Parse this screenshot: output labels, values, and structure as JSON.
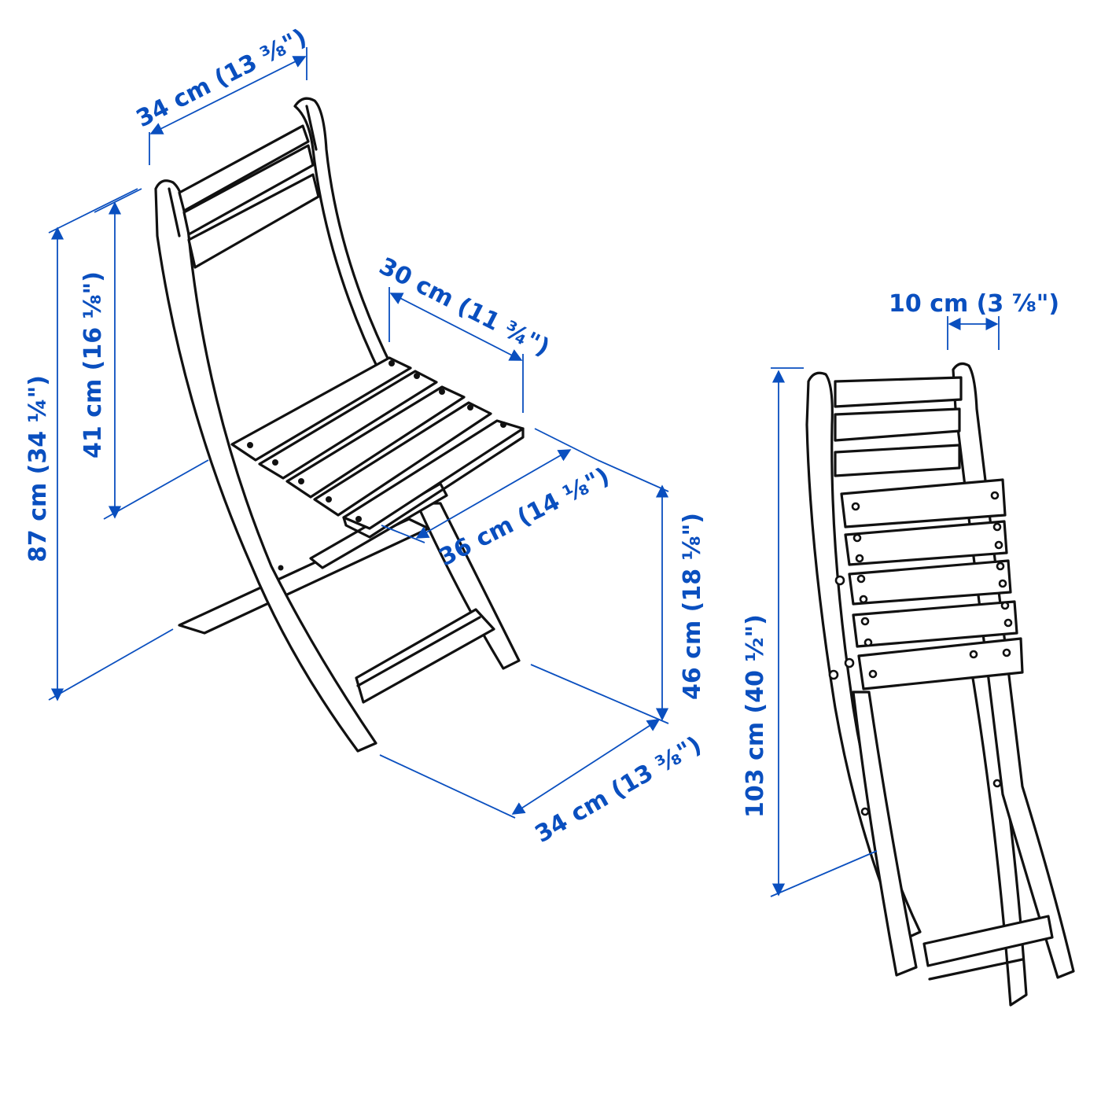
{
  "figure": {
    "title": "Folding chair dimension drawing",
    "accent_color": "#0a4fbf",
    "line_color": "#111111",
    "views": [
      {
        "name": "unfolded-chair",
        "description": "Chair in open position, isometric view"
      },
      {
        "name": "folded-chair",
        "description": "Chair in folded position"
      }
    ]
  },
  "dimensions": {
    "back_width": {
      "label": "34 cm (13 ⅜\")",
      "cm": 34,
      "inch": "13 3/8"
    },
    "seat_depth": {
      "label": "30 cm (11 ¾\")",
      "cm": 30,
      "inch": "11 3/4"
    },
    "seat_width": {
      "label": "36 cm (14 ⅛\")",
      "cm": 36,
      "inch": "14 1/8"
    },
    "total_height": {
      "label": "87 cm (34 ¼\")",
      "cm": 87,
      "inch": "34 1/4"
    },
    "backrest_height": {
      "label": "41 cm (16 ⅛\")",
      "cm": 41,
      "inch": "16 1/8"
    },
    "seat_height": {
      "label": "46 cm (18 ⅛\")",
      "cm": 46,
      "inch": "18 1/8"
    },
    "base_width": {
      "label": "34 cm (13 ⅜\")",
      "cm": 34,
      "inch": "13 3/8"
    },
    "folded_depth": {
      "label": "10 cm (3 ⅞\")",
      "cm": 10,
      "inch": "3 7/8"
    },
    "folded_height": {
      "label": "103 cm (40 ½\")",
      "cm": 103,
      "inch": "40 1/2"
    }
  }
}
